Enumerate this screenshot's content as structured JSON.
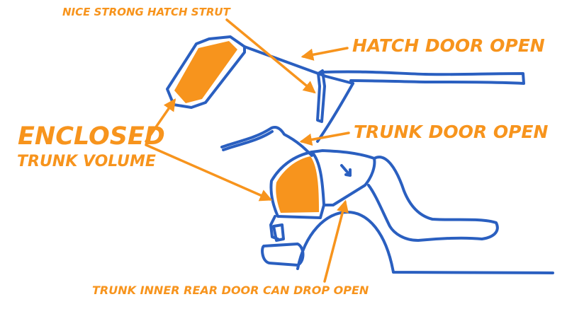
{
  "colors": {
    "outline": "#2a5fc0",
    "fill": "#f7941d",
    "text": "#f7941d",
    "background": "#ffffff"
  },
  "labels": {
    "strut": "NICE STRONG HATCH STRUT",
    "hatch_open": "HATCH DOOR OPEN",
    "trunk_open": "TRUNK DOOR OPEN",
    "enclosed_line1": "ENCLOSED",
    "enclosed_line2": "TRUNK VOLUME",
    "inner_door": "TRUNK INNER REAR DOOR CAN DROP OPEN"
  }
}
